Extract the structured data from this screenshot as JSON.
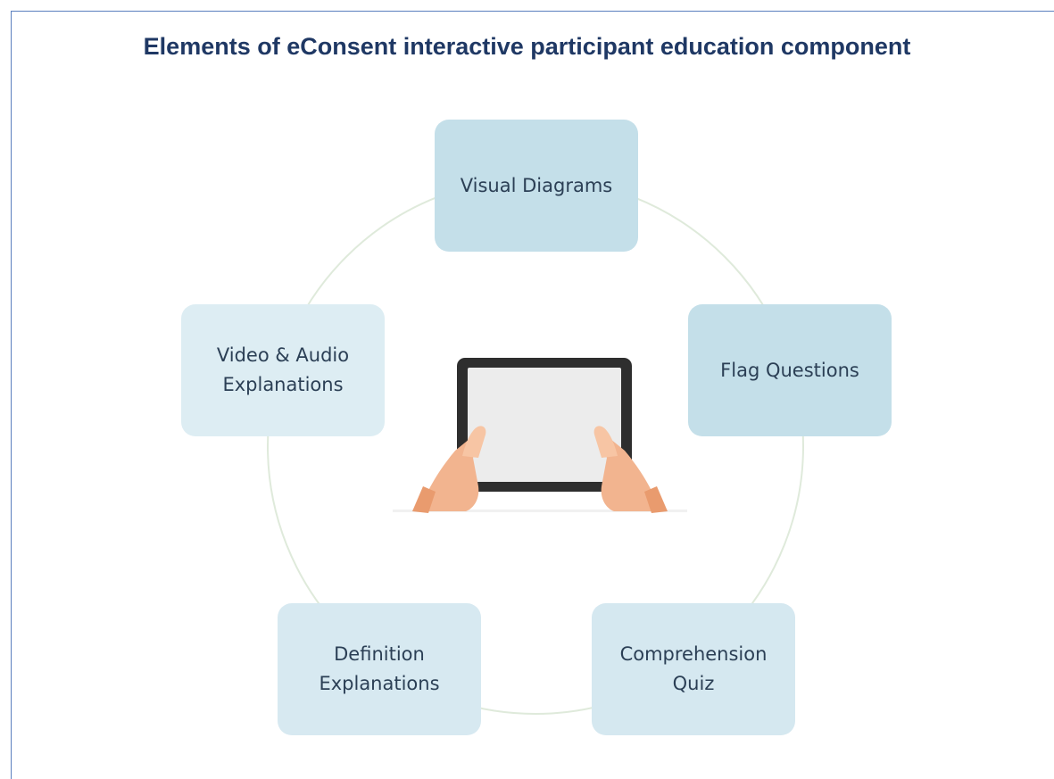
{
  "title": "Elements of eConsent interactive participant education component",
  "center_image": {
    "icon": "tablet-in-hands-icon"
  },
  "elements": {
    "visual_diagrams": "Visual Diagrams",
    "flag_questions": "Flag Questions",
    "video_audio": "Video & Audio\nExplanations",
    "definition": "Definition\nExplanations",
    "comprehension_quiz": "Comprehension\nQuiz"
  },
  "colors": {
    "title": "#1f3864",
    "box_fill": "#c4dfe9",
    "box_fill_light": "#ddedf3",
    "ring": "#dfeadb",
    "frame": "#5b7fbf"
  }
}
